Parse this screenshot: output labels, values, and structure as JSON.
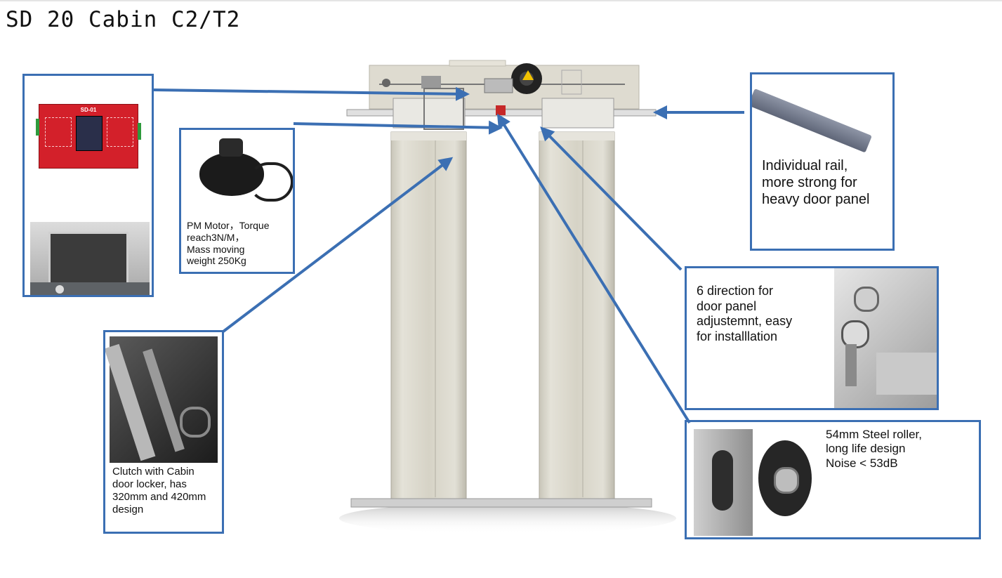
{
  "title": "SD 20 Cabin C2/T2",
  "callouts": {
    "controller": {
      "board_label": "SD-01"
    },
    "motor": {
      "lines": [
        "PM Motor，Torque",
        "reach3N/M，",
        "Mass moving",
        "weight 250Kg"
      ]
    },
    "rail": {
      "lines": [
        "Individual rail,",
        "more strong for",
        "heavy door panel"
      ]
    },
    "adjust": {
      "lines": [
        "6 direction for",
        "door panel",
        "adjustemnt, easy",
        "for installlation"
      ]
    },
    "roller": {
      "lines": [
        "54mm Steel roller,",
        "long life design",
        "Noise < 53dB"
      ]
    },
    "clutch": {
      "lines": [
        "Clutch with Cabin",
        "door locker, has",
        "320mm and 420mm",
        "design"
      ]
    }
  },
  "colors": {
    "accent": "#3b6fb3",
    "panel": "#d8d5c8",
    "board": "#d3202a"
  }
}
